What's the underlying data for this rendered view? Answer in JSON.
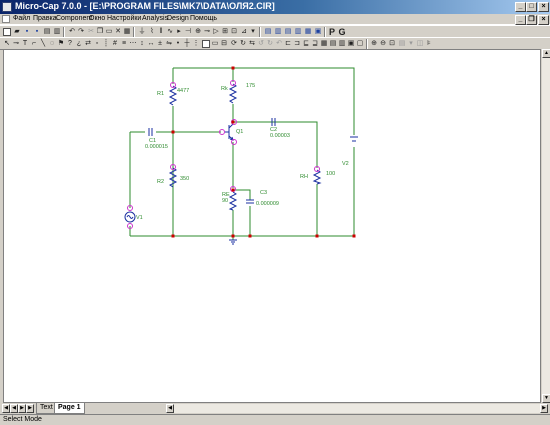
{
  "window": {
    "title": "Micro-Cap 7.0.0 - [E:\\PROGRAM FILES\\MK7\\DATA\\ОЛЯ2.CIR]",
    "controls": {
      "minimize": "_",
      "maximize": "□",
      "close": "×"
    },
    "doc_controls": {
      "minimize": "_",
      "restore": "❐",
      "close": "×"
    }
  },
  "menu": [
    "Файл",
    "Правка",
    "Component",
    "Окно",
    "Настройки",
    "Analysis",
    "Design",
    "Помощь"
  ],
  "toolbar1": {
    "p_button": "P",
    "g_button": "G"
  },
  "schematic": {
    "components": {
      "R1": {
        "name": "R1",
        "value": "4477"
      },
      "Rk": {
        "name": "Rk",
        "value": "175"
      },
      "C1": {
        "name": "C1",
        "value": "0.000015"
      },
      "Q1": {
        "name": "Q1"
      },
      "C2": {
        "name": "C2",
        "value": "0.00003"
      },
      "R2": {
        "name": "R2",
        "value": "350"
      },
      "RE": {
        "name": "RE",
        "value": "90"
      },
      "C3": {
        "name": "C3",
        "value": "0.000009"
      },
      "RH": {
        "name": "RH",
        "value": "100"
      },
      "V1": {
        "name": "V1"
      },
      "V2": {
        "name": "V2"
      }
    },
    "colors": {
      "wire": "#2e8b2e",
      "component": "#1a2fa0",
      "label": "#2e8b2e",
      "node": "#cc0000",
      "pin": "#cc33cc"
    }
  },
  "pages": {
    "text_tab": "Text",
    "page_tab": "Page 1"
  },
  "status": {
    "text": "Select Mode"
  }
}
